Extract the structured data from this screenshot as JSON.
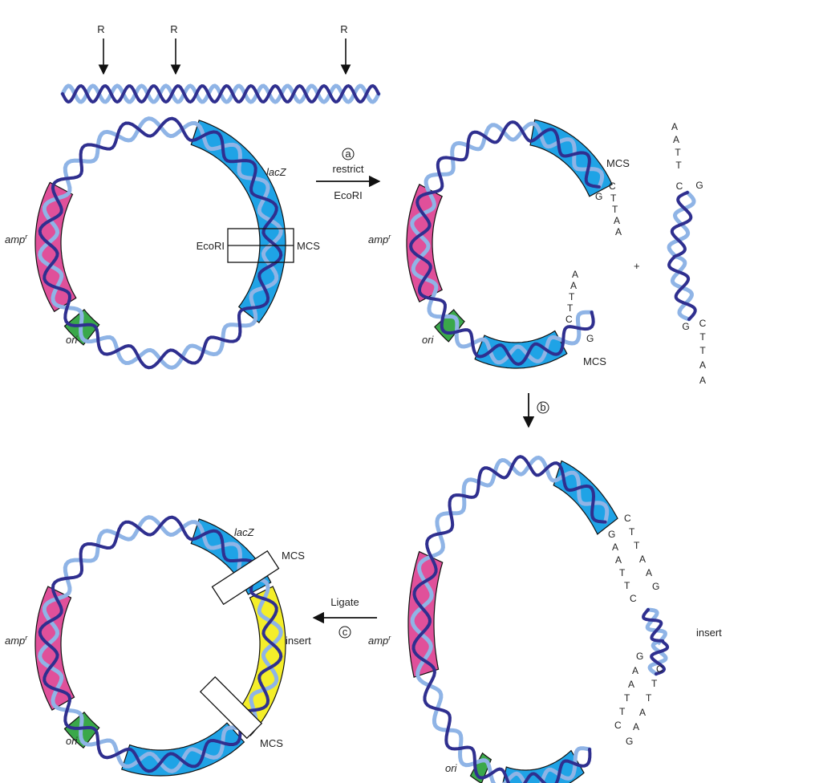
{
  "colors": {
    "strand_dark": "#2f2f8f",
    "strand_light": "#8fb4e6",
    "lacz": "#1fa3e6",
    "ampr": "#e0509a",
    "ori": "#3aa84a",
    "insert": "#f4ee2a",
    "outline": "#111111"
  },
  "top": {
    "site_labels": [
      "R",
      "R",
      "R"
    ]
  },
  "plasmid1": {
    "lacz": "lacZ",
    "ampr_base": "amp",
    "ampr_sup": "r",
    "ori": "ori",
    "ecori": "EcoRI",
    "mcs": "MCS"
  },
  "step_a": {
    "marker": "a",
    "above": "restrict",
    "below": "EcoRI"
  },
  "plasmid2": {
    "mcs_top": "MCS",
    "mcs_bottom": "MCS",
    "ampr_base": "amp",
    "ampr_sup": "r",
    "ori": "ori",
    "end_top": [
      "G",
      "C",
      "T",
      "T",
      "A",
      "A"
    ],
    "end_bottom": [
      "A",
      "A",
      "T",
      "T",
      "C",
      "G"
    ]
  },
  "plus": "+",
  "fragment": {
    "top_strand": [
      "A",
      "A",
      "T",
      "T",
      "C",
      "G"
    ],
    "bottom_strand": [
      "G",
      "C",
      "T",
      "T",
      "A",
      "A"
    ]
  },
  "step_b": {
    "marker": "b"
  },
  "plasmid3": {
    "ampr_base": "amp",
    "ampr_sup": "r",
    "ori": "ori",
    "insert": "insert",
    "upper_left": [
      "G",
      "A",
      "A",
      "T",
      "T",
      "C"
    ],
    "upper_right": [
      "C",
      "T",
      "T",
      "A",
      "A",
      "G"
    ],
    "lower_left": [
      "G",
      "A",
      "A",
      "T",
      "T",
      "C"
    ],
    "lower_right": [
      "C",
      "T",
      "T",
      "A",
      "A",
      "G"
    ]
  },
  "step_c": {
    "marker": "c",
    "above": "Ligate"
  },
  "plasmid4": {
    "lacz": "lacZ",
    "mcs_top": "MCS",
    "mcs_bottom": "MCS",
    "ampr_base": "amp",
    "ampr_sup": "r",
    "ori": "ori",
    "insert": "insert"
  }
}
